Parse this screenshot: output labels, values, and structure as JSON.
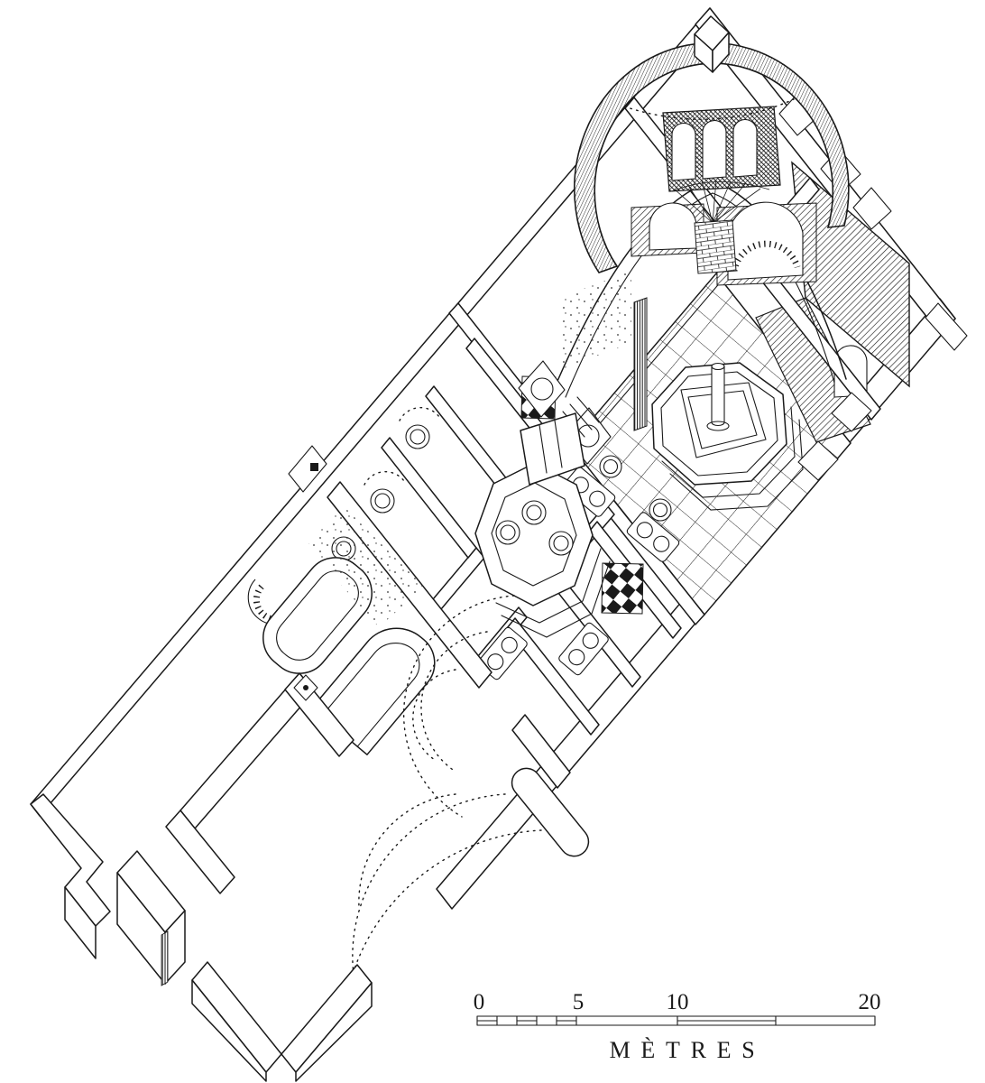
{
  "figure": {
    "title": "Axonometric cutaway drawing of a hammam bathhouse",
    "medium": "black ink line drawing on white paper",
    "ink_color": "#1a1a1a",
    "paper_color": "#ffffff",
    "parts": {
      "dome_hall": "domed hot room with sectioned cupola, arched drum windows, squinch fan and hatched cut walls",
      "pool": "raised octagonal plunge basin with central fountain column on a tiled floor",
      "service_rooms": "cluster of small vaulted cubicles with round basins and an octagonal fountain platform",
      "courtyard": "walled forecourt with freestanding door piers and vaulting restored in dotted lines",
      "scale_bar": "graphic scale of twenty metres"
    }
  },
  "scale_bar": {
    "unit_label": "MÈTRES",
    "tick_labels": [
      "0",
      "5",
      "10",
      "20"
    ],
    "tick_values_m": [
      0,
      5,
      10,
      20
    ],
    "length_m": 20
  }
}
